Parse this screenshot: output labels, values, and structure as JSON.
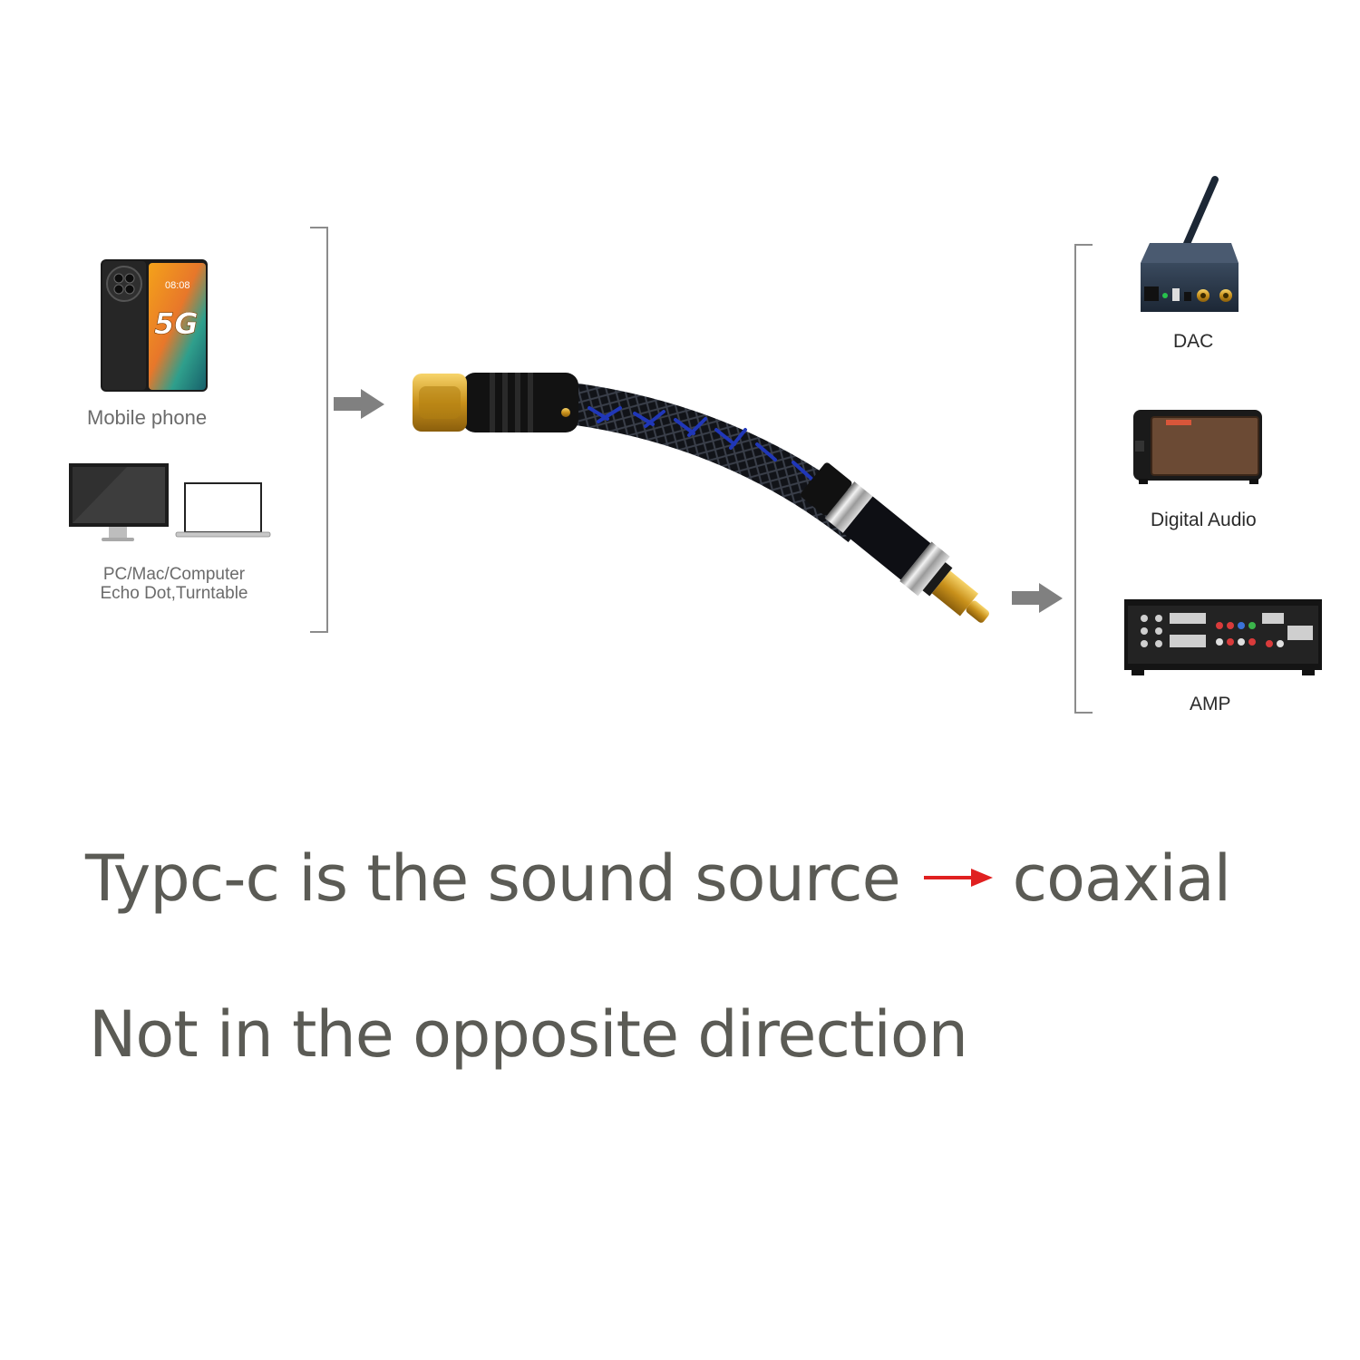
{
  "sources": {
    "mobile_label": "Mobile phone",
    "computer_label_line1": "PC/Mac/Computer",
    "computer_label_line2": "Echo Dot,Turntable",
    "phone_screen_time": "08:08",
    "phone_screen_badge": "5G"
  },
  "destinations": {
    "dac_label": "DAC",
    "digital_audio_label": "Digital Audio",
    "amp_label": "AMP"
  },
  "headline": {
    "line1_part1": "Typc-c is the sound source",
    "line1_part2": "coaxial",
    "line2": "Not in the opposite direction"
  },
  "colors": {
    "text_gray": "#5b5b55",
    "arrow_gray": "#808080",
    "accent_red": "#e02020",
    "gold": "#d6a52a",
    "braid_blue": "#1f33a8"
  },
  "icons": {
    "mobile": "smartphone-icon",
    "monitor": "monitor-icon",
    "laptop": "laptop-icon",
    "dac": "dac-icon",
    "speaker": "speaker-icon",
    "amp": "amplifier-icon",
    "cable": "usb-c-to-rca-cable"
  }
}
